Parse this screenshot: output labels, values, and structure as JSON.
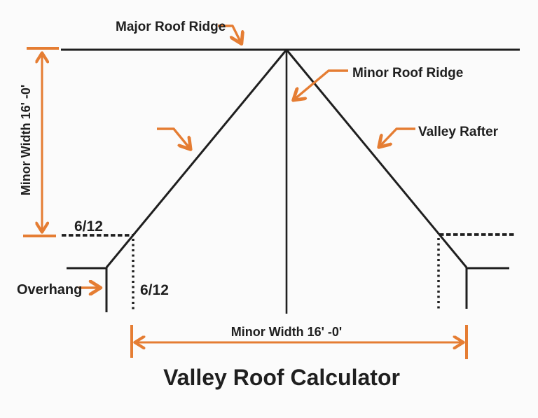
{
  "diagram": {
    "title": "Valley Roof Calculator",
    "labels": {
      "major_ridge": "Major Roof Ridge",
      "minor_ridge": "Minor Roof Ridge",
      "valley_rafter": "Valley Rafter",
      "overhang": "Overhang",
      "pitch_upper": "6/12",
      "pitch_lower": "6/12",
      "minor_width_left": "Minor Width 16' -0'",
      "minor_width_bottom": "Minor Width 16' -0'"
    },
    "dimensions": {
      "minor_width": "16' -0'",
      "roof_pitch": "6/12"
    },
    "colors": {
      "line": "#1f1f1f",
      "accent": "#e57d33",
      "background": "#fbfbfb"
    }
  }
}
